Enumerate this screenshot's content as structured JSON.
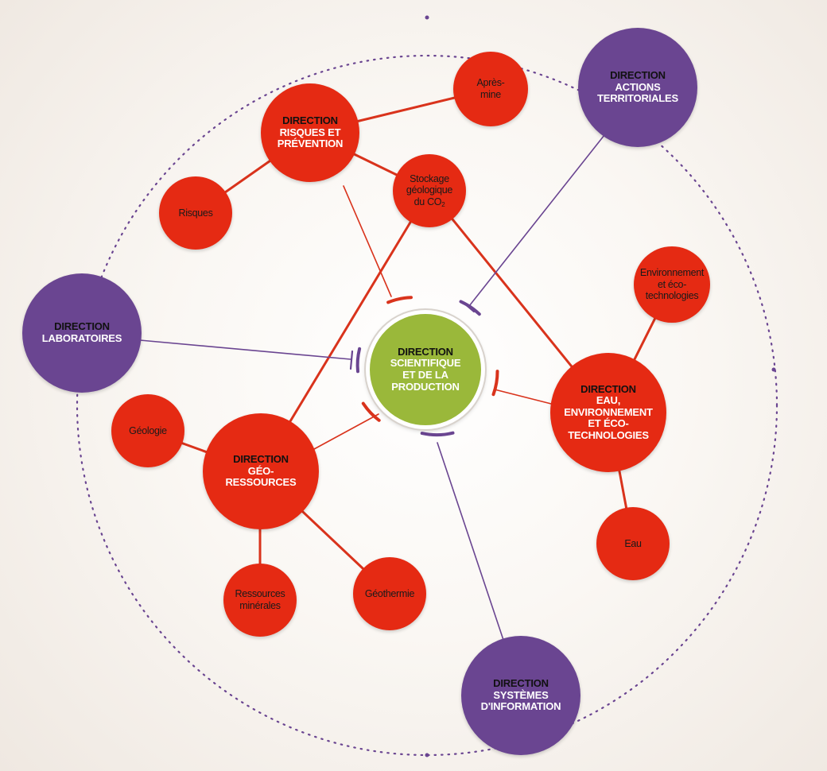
{
  "colors": {
    "red_node": "#e52a13",
    "purple_node": "#6a4591",
    "green_node": "#9ab83a",
    "red_link": "#d9331c",
    "purple_link": "#6a4591"
  },
  "center": {
    "kicker": "DIRECTION",
    "title": "SCIENTIFIQUE\nET DE LA\nPRODUCTION"
  },
  "directions": {
    "risques": {
      "kicker": "DIRECTION",
      "title": "RISQUES ET\nPRÉVENTION"
    },
    "eau": {
      "kicker": "DIRECTION",
      "title": "EAU,\nENVIRONNEMENT\nET ÉCO-\nTECHNOLOGIES"
    },
    "geo": {
      "kicker": "DIRECTION",
      "title": "GÉO-\nRESSOURCES"
    }
  },
  "support": {
    "actions": {
      "kicker": "DIRECTION",
      "title": "ACTIONS\nTERRITORIALES"
    },
    "laboratoires": {
      "kicker": "DIRECTION",
      "title": "LABORATOIRES"
    },
    "systemes": {
      "kicker": "DIRECTION",
      "title": "SYSTÈMES\nD'INFORMATION"
    }
  },
  "topics": {
    "apres_mine": "Après-\nmine",
    "risques": "Risques",
    "stockage_text": "Stockage\ngéologique\ndu CO",
    "stockage_sub": "2",
    "env_eco": "Environnement\net éco-\ntechnologies",
    "eau": "Eau",
    "geologie": "Géologie",
    "ressources_min": "Ressources\nminérales",
    "geothermie": "Géothermie"
  }
}
